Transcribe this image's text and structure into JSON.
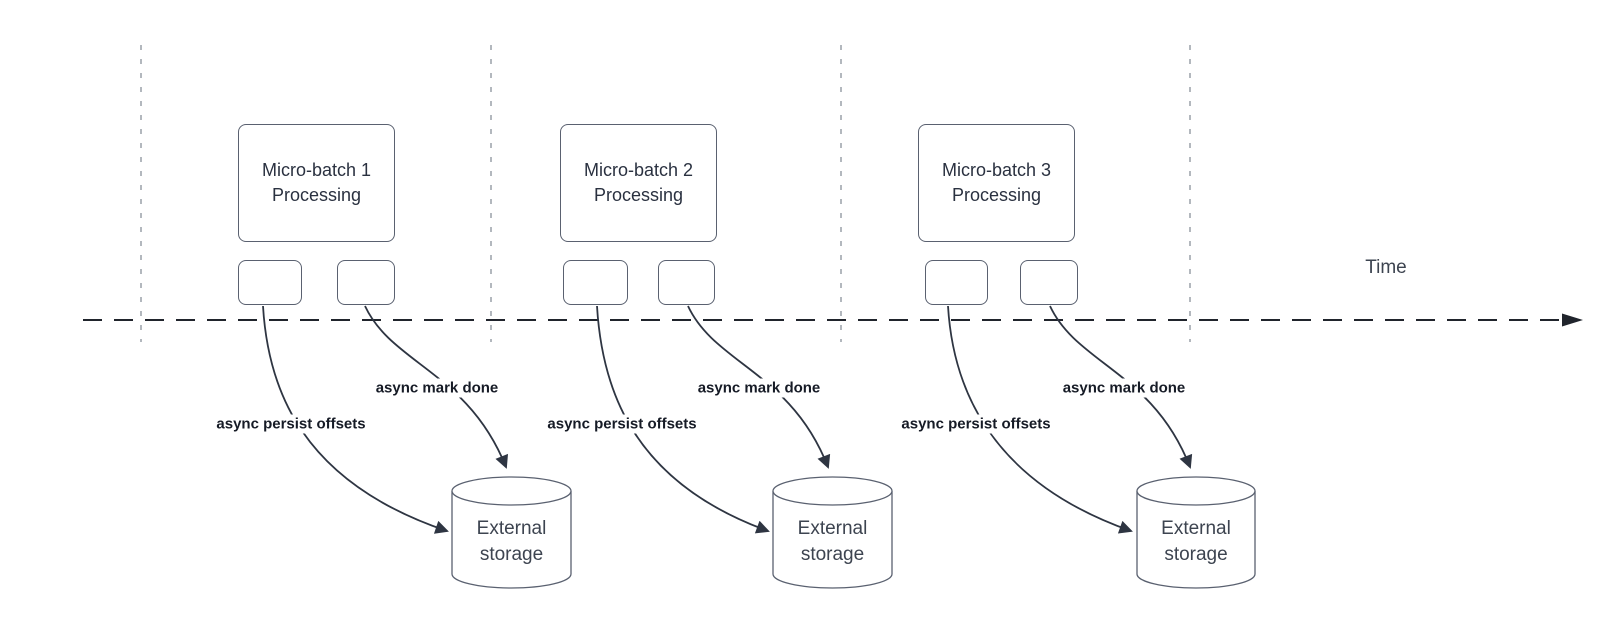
{
  "time_label": "Time",
  "batches": [
    {
      "title": "Micro-batch 1",
      "subtitle": "Processing",
      "persist_label": "async persist offsets",
      "mark_done_label": "async mark done",
      "storage_line1": "External",
      "storage_line2": "storage"
    },
    {
      "title": "Micro-batch 2",
      "subtitle": "Processing",
      "persist_label": "async persist offsets",
      "mark_done_label": "async mark done",
      "storage_line1": "External",
      "storage_line2": "storage"
    },
    {
      "title": "Micro-batch 3",
      "subtitle": "Processing",
      "persist_label": "async persist offsets",
      "mark_done_label": "async mark done",
      "storage_line1": "External",
      "storage_line2": "storage"
    }
  ],
  "colors": {
    "bg": "#ffffff",
    "curve": "#2e3542",
    "axis": "#20242c",
    "guide": "#9aa0a8",
    "box-border": "#5a6170",
    "box-text": "#2a3140",
    "label-text": "#161b26",
    "muted-text": "#3d4450"
  }
}
